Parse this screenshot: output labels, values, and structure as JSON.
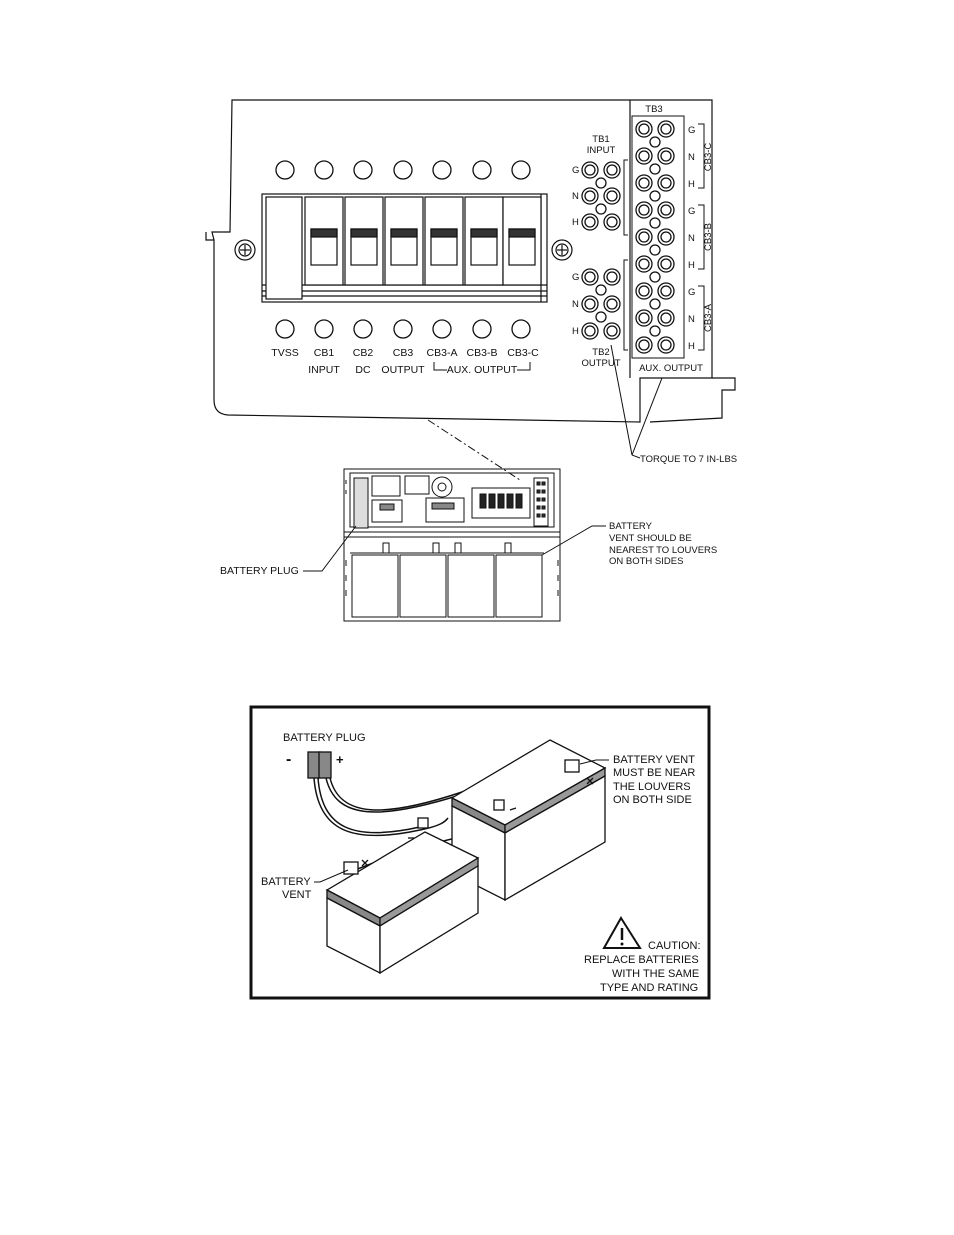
{
  "panel": {
    "tb3_label": "TB3",
    "tb1_label": "TB1",
    "tb1_sub": "INPUT",
    "tb2_label": "TB2",
    "tb2_sub": "OUTPUT",
    "aux_output_tb3": "AUX. OUTPUT",
    "breakers": [
      {
        "code": "TVSS",
        "sub": ""
      },
      {
        "code": "CB1",
        "sub": "INPUT"
      },
      {
        "code": "CB2",
        "sub": "DC"
      },
      {
        "code": "CB3",
        "sub": "OUTPUT"
      },
      {
        "code": "CB3-A",
        "sub": ""
      },
      {
        "code": "CB3-B",
        "sub": ""
      },
      {
        "code": "CB3-C",
        "sub": ""
      }
    ],
    "aux_output_bracket": "AUX. OUTPUT",
    "tb1_rows": [
      "G",
      "N",
      "H"
    ],
    "tb2_rows": [
      "G",
      "N",
      "H"
    ],
    "tb3_rows": [
      "G",
      "N",
      "H",
      "G",
      "N",
      "H",
      "G",
      "N",
      "H"
    ],
    "tb3_groups": [
      "CB3-C",
      "CB3-B",
      "CB3-A"
    ],
    "torque_note": "TORQUE TO 7 IN-LBS",
    "battery_plug": "BATTERY  PLUG",
    "battery_vent_note": [
      "BATTERY",
      "VENT SHOULD BE",
      "NEAREST TO LOUVERS",
      "ON BOTH SIDES"
    ]
  },
  "battery_diagram": {
    "plug_label": "BATTERY PLUG",
    "minus": "-",
    "plus": "+",
    "vent_note": [
      "BATTERY VENT",
      "MUST BE NEAR",
      "THE LOUVERS",
      "ON BOTH SIDE"
    ],
    "vent_label": [
      "BATTERY",
      "VENT"
    ],
    "caution": [
      "CAUTION:",
      "REPLACE BATTERIES",
      "WITH THE SAME",
      "TYPE AND RATING"
    ],
    "warning_icon": "warning-triangle-icon"
  }
}
